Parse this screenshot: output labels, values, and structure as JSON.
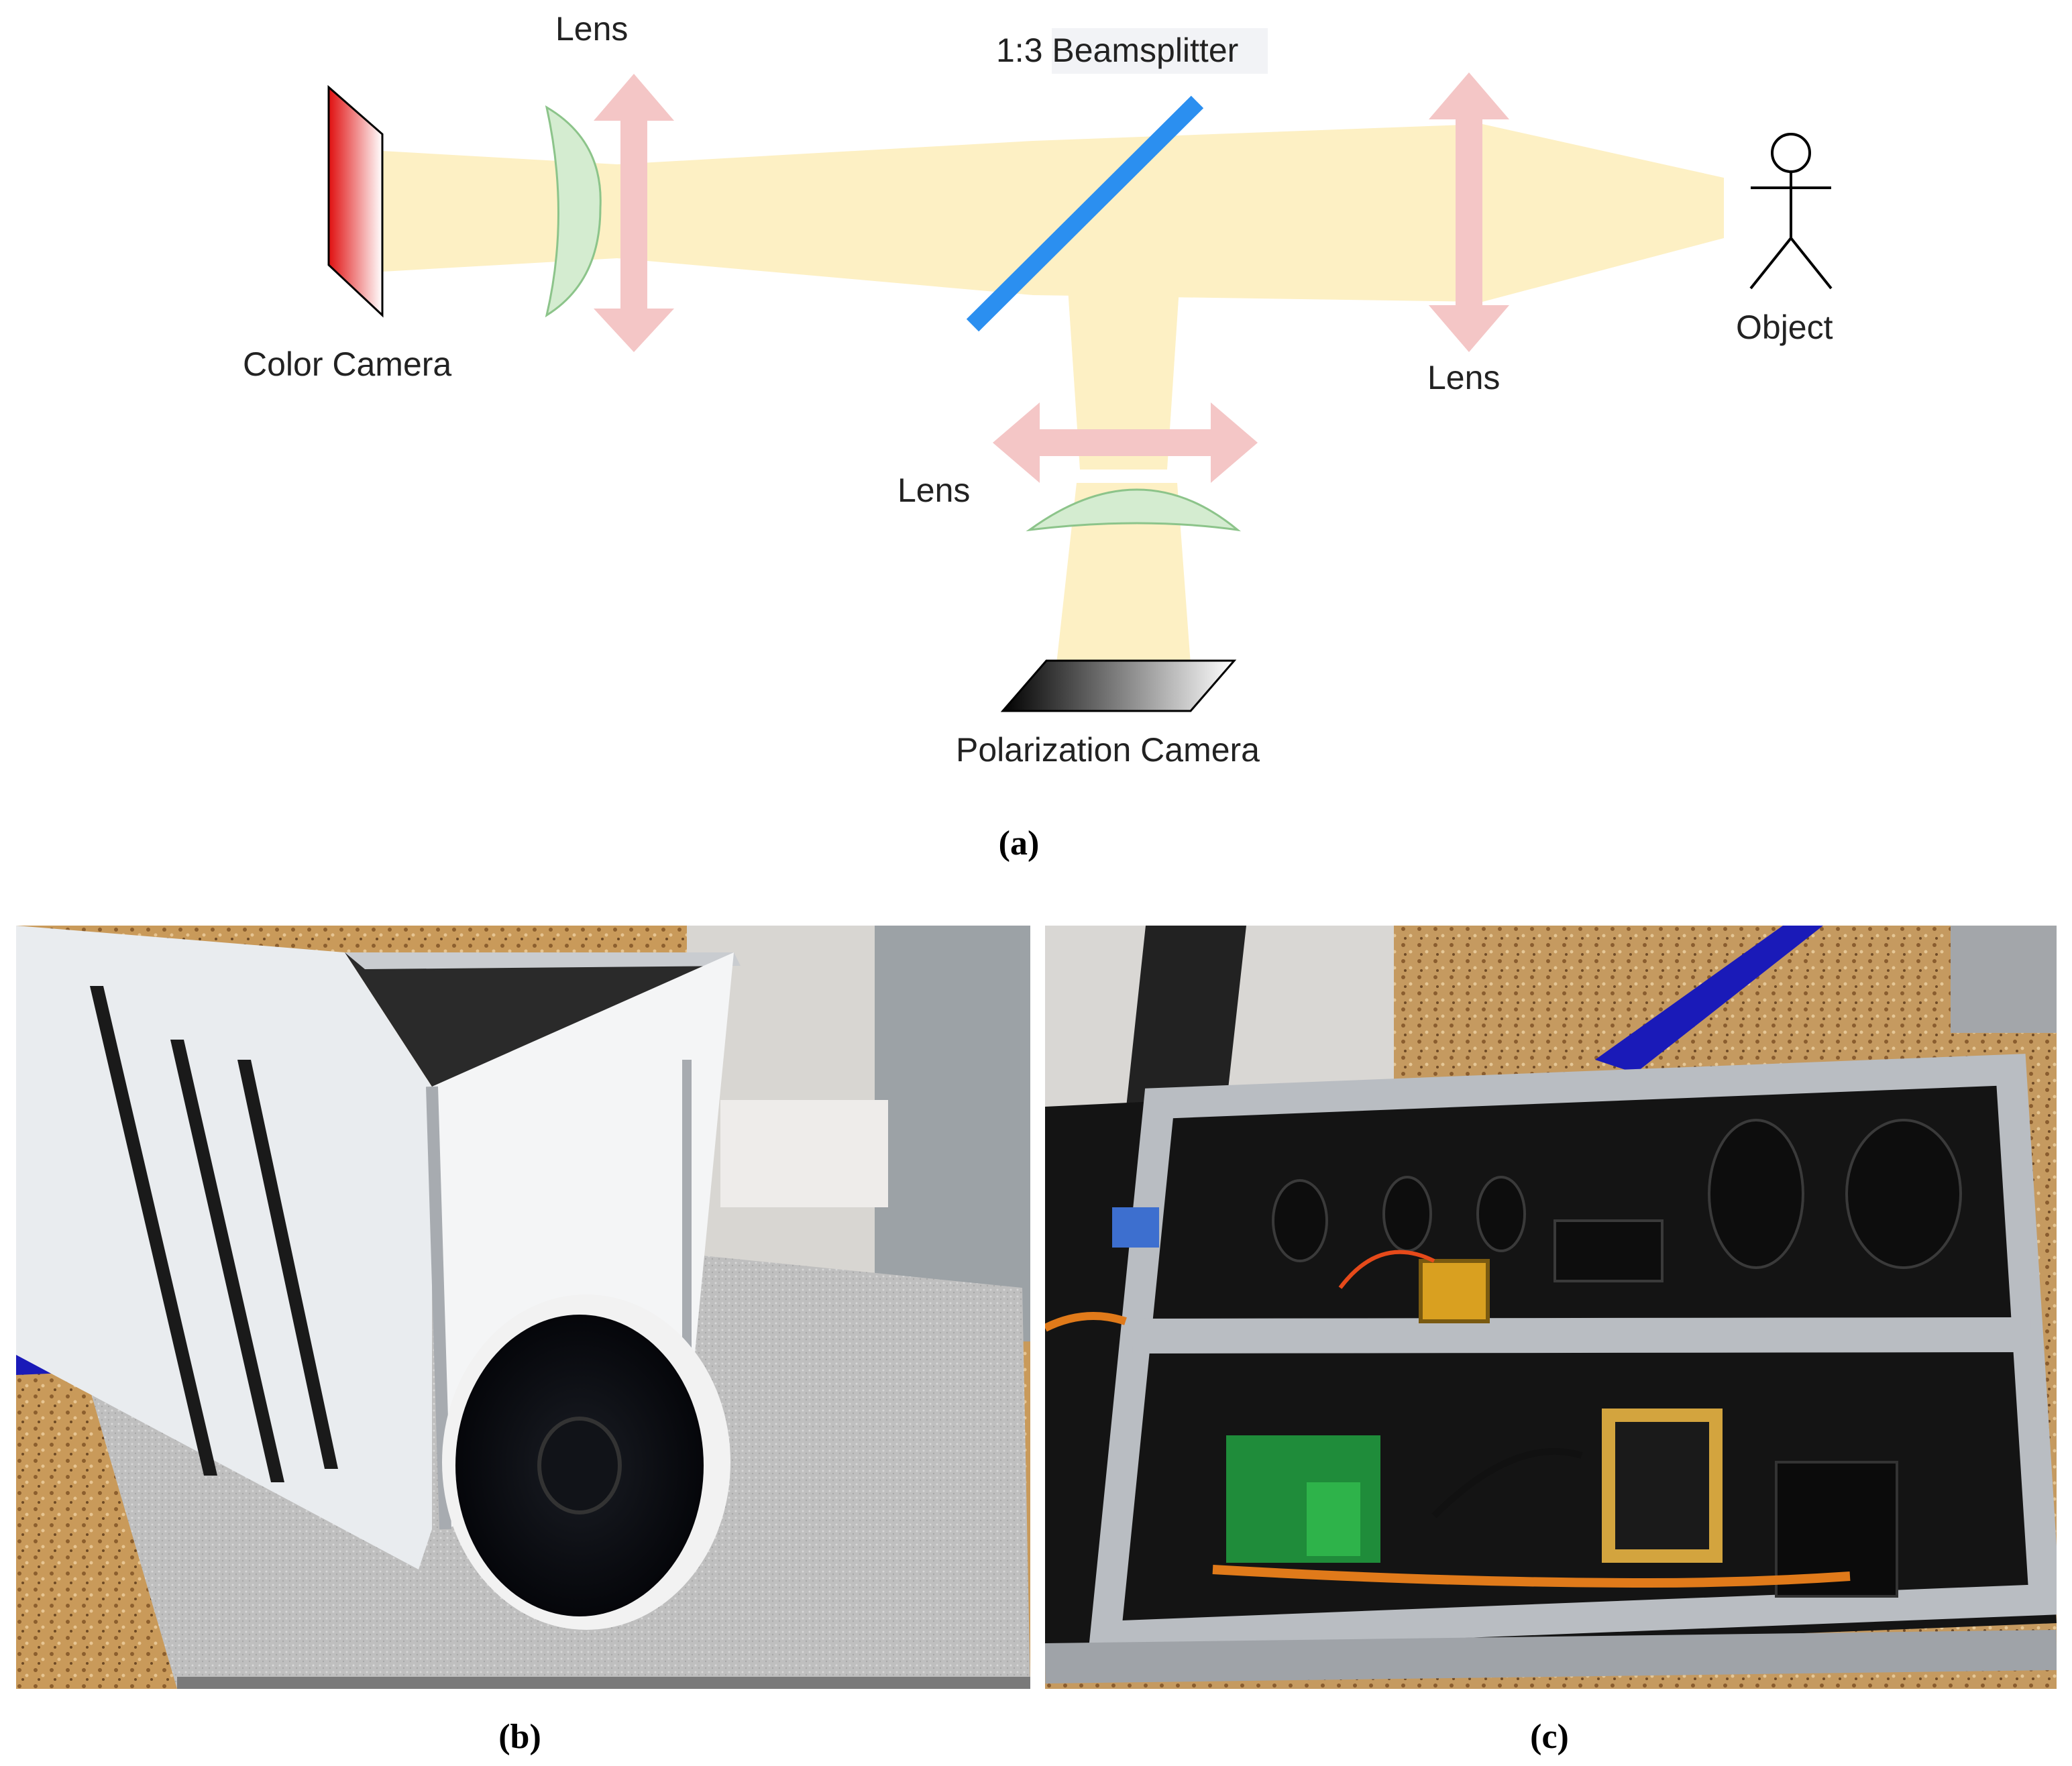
{
  "diagram": {
    "labels": {
      "color_camera": "Color Camera",
      "lens_top": "Lens",
      "beamsplitter": "1:3 Beamsplitter",
      "lens_right": "Lens",
      "object": "Object",
      "lens_bottom": "Lens",
      "polarization_camera": "Polarization Camera"
    },
    "colors": {
      "beam": "#fdf0c4",
      "beamsplitter": "#2b8ff0",
      "arrow": "#f4c6c6",
      "lens_fill": "#d4ecd0",
      "lens_stroke": "#8cc48a",
      "color_camera": "#e01010",
      "polarization_camera": "#111111"
    }
  },
  "captions": {
    "a": "(a)",
    "b": "(b)",
    "c": "(c)"
  }
}
